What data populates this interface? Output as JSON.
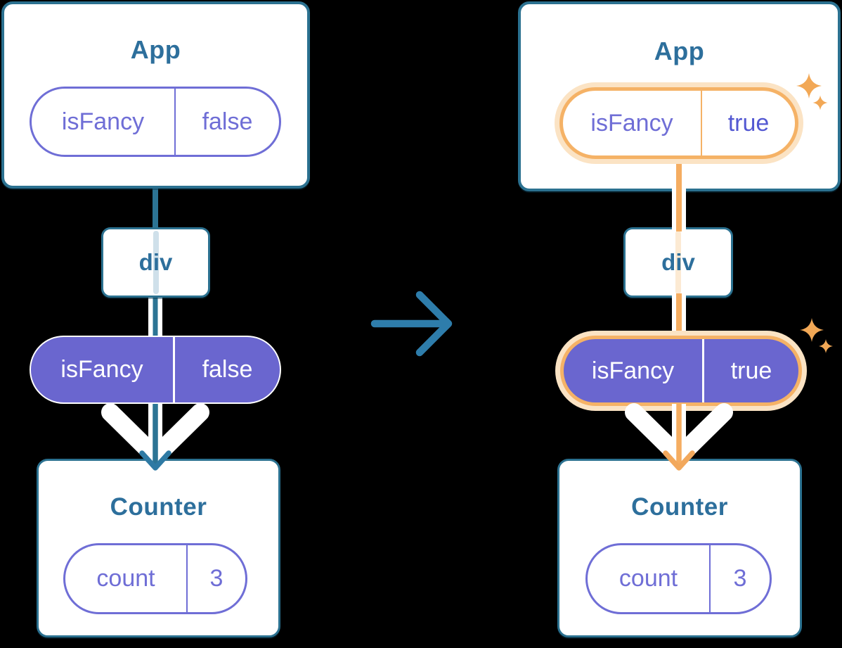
{
  "colors": {
    "background": "#000000",
    "box_border": "#2b7190",
    "box_fill": "#ffffff",
    "title_text": "#2d6f9c",
    "state_purple": "#6f6ed6",
    "prop_fill_purple": "#6a66cf",
    "connector_teal": "#2c7494",
    "connector_orange": "#f5ad61",
    "highlight_ring_orange": "#f5b266",
    "highlight_ring_pale": "#fbe3c4",
    "highlight_value_purple": "#5358d2",
    "sparkle_orange": "#f2a856",
    "transition_arrow_blue": "#2e7dab",
    "prop_flow_white": "#ffffff"
  },
  "icons": {
    "transition": "arrow-right-icon",
    "highlight": "sparkles-icon",
    "prop_flow": "arrow-down-chevron-icon"
  },
  "trees": {
    "left": {
      "app": {
        "title": "App",
        "state_name": "isFancy",
        "state_value": "false"
      },
      "div_label": "div",
      "prop_name": "isFancy",
      "prop_value": "false",
      "counter": {
        "title": "Counter",
        "state_name": "count",
        "state_value": "3"
      }
    },
    "right": {
      "app": {
        "title": "App",
        "state_name": "isFancy",
        "state_value": "true"
      },
      "div_label": "div",
      "prop_name": "isFancy",
      "prop_value": "true",
      "counter": {
        "title": "Counter",
        "state_name": "count",
        "state_value": "3"
      }
    }
  }
}
